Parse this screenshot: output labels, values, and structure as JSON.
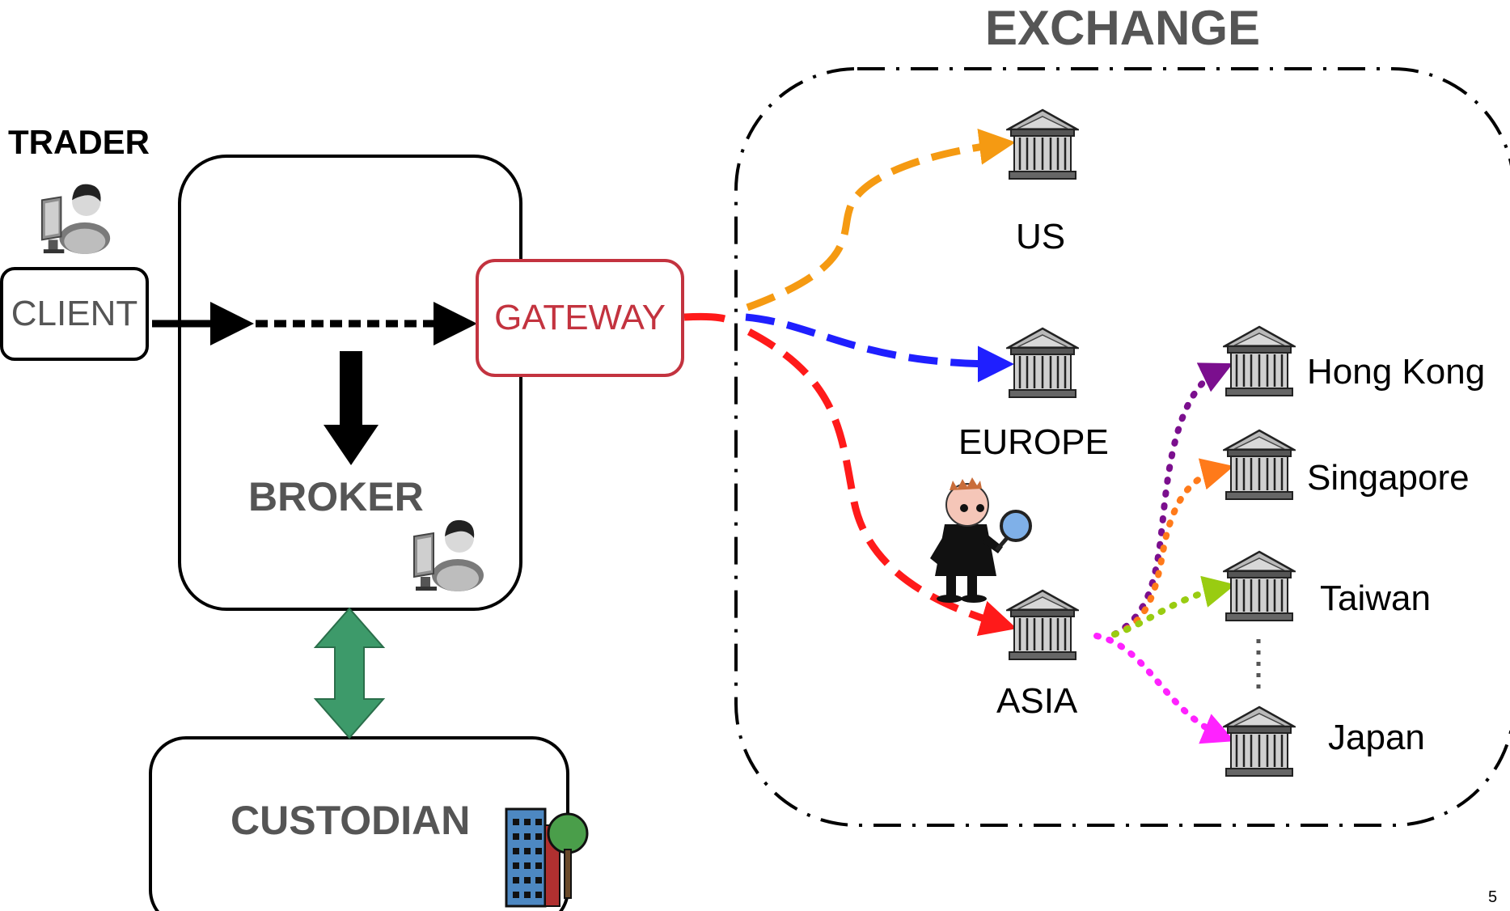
{
  "title": "EXCHANGE",
  "trader": {
    "label": "TRADER"
  },
  "client": {
    "label": "CLIENT"
  },
  "gateway": {
    "label": "GATEWAY"
  },
  "broker": {
    "label": "BROKER"
  },
  "custodian": {
    "label": "CUSTODIAN"
  },
  "exchange": {
    "regions": [
      {
        "label": "US",
        "arrow_color": "#f59a12"
      },
      {
        "label": "EUROPE",
        "arrow_color": "#1f1fff"
      },
      {
        "label": "ASIA",
        "arrow_color": "#ff1a1a"
      }
    ],
    "asia_markets": [
      {
        "label": "Hong Kong",
        "arrow_color": "#7b0f8e"
      },
      {
        "label": "Singapore",
        "arrow_color": "#ff7a1a"
      },
      {
        "label": "Taiwan",
        "arrow_color": "#99cc11"
      },
      {
        "label": "Japan",
        "arrow_color": "#ff22ff"
      }
    ]
  },
  "colors": {
    "gateway": "#c3333f",
    "custodian_link": "#3d9a6a",
    "label_gray": "#555555"
  },
  "icons": [
    "trader-person-icon",
    "broker-person-icon",
    "building-icon",
    "bank-icon",
    "detective-icon"
  ],
  "page_number": "5"
}
